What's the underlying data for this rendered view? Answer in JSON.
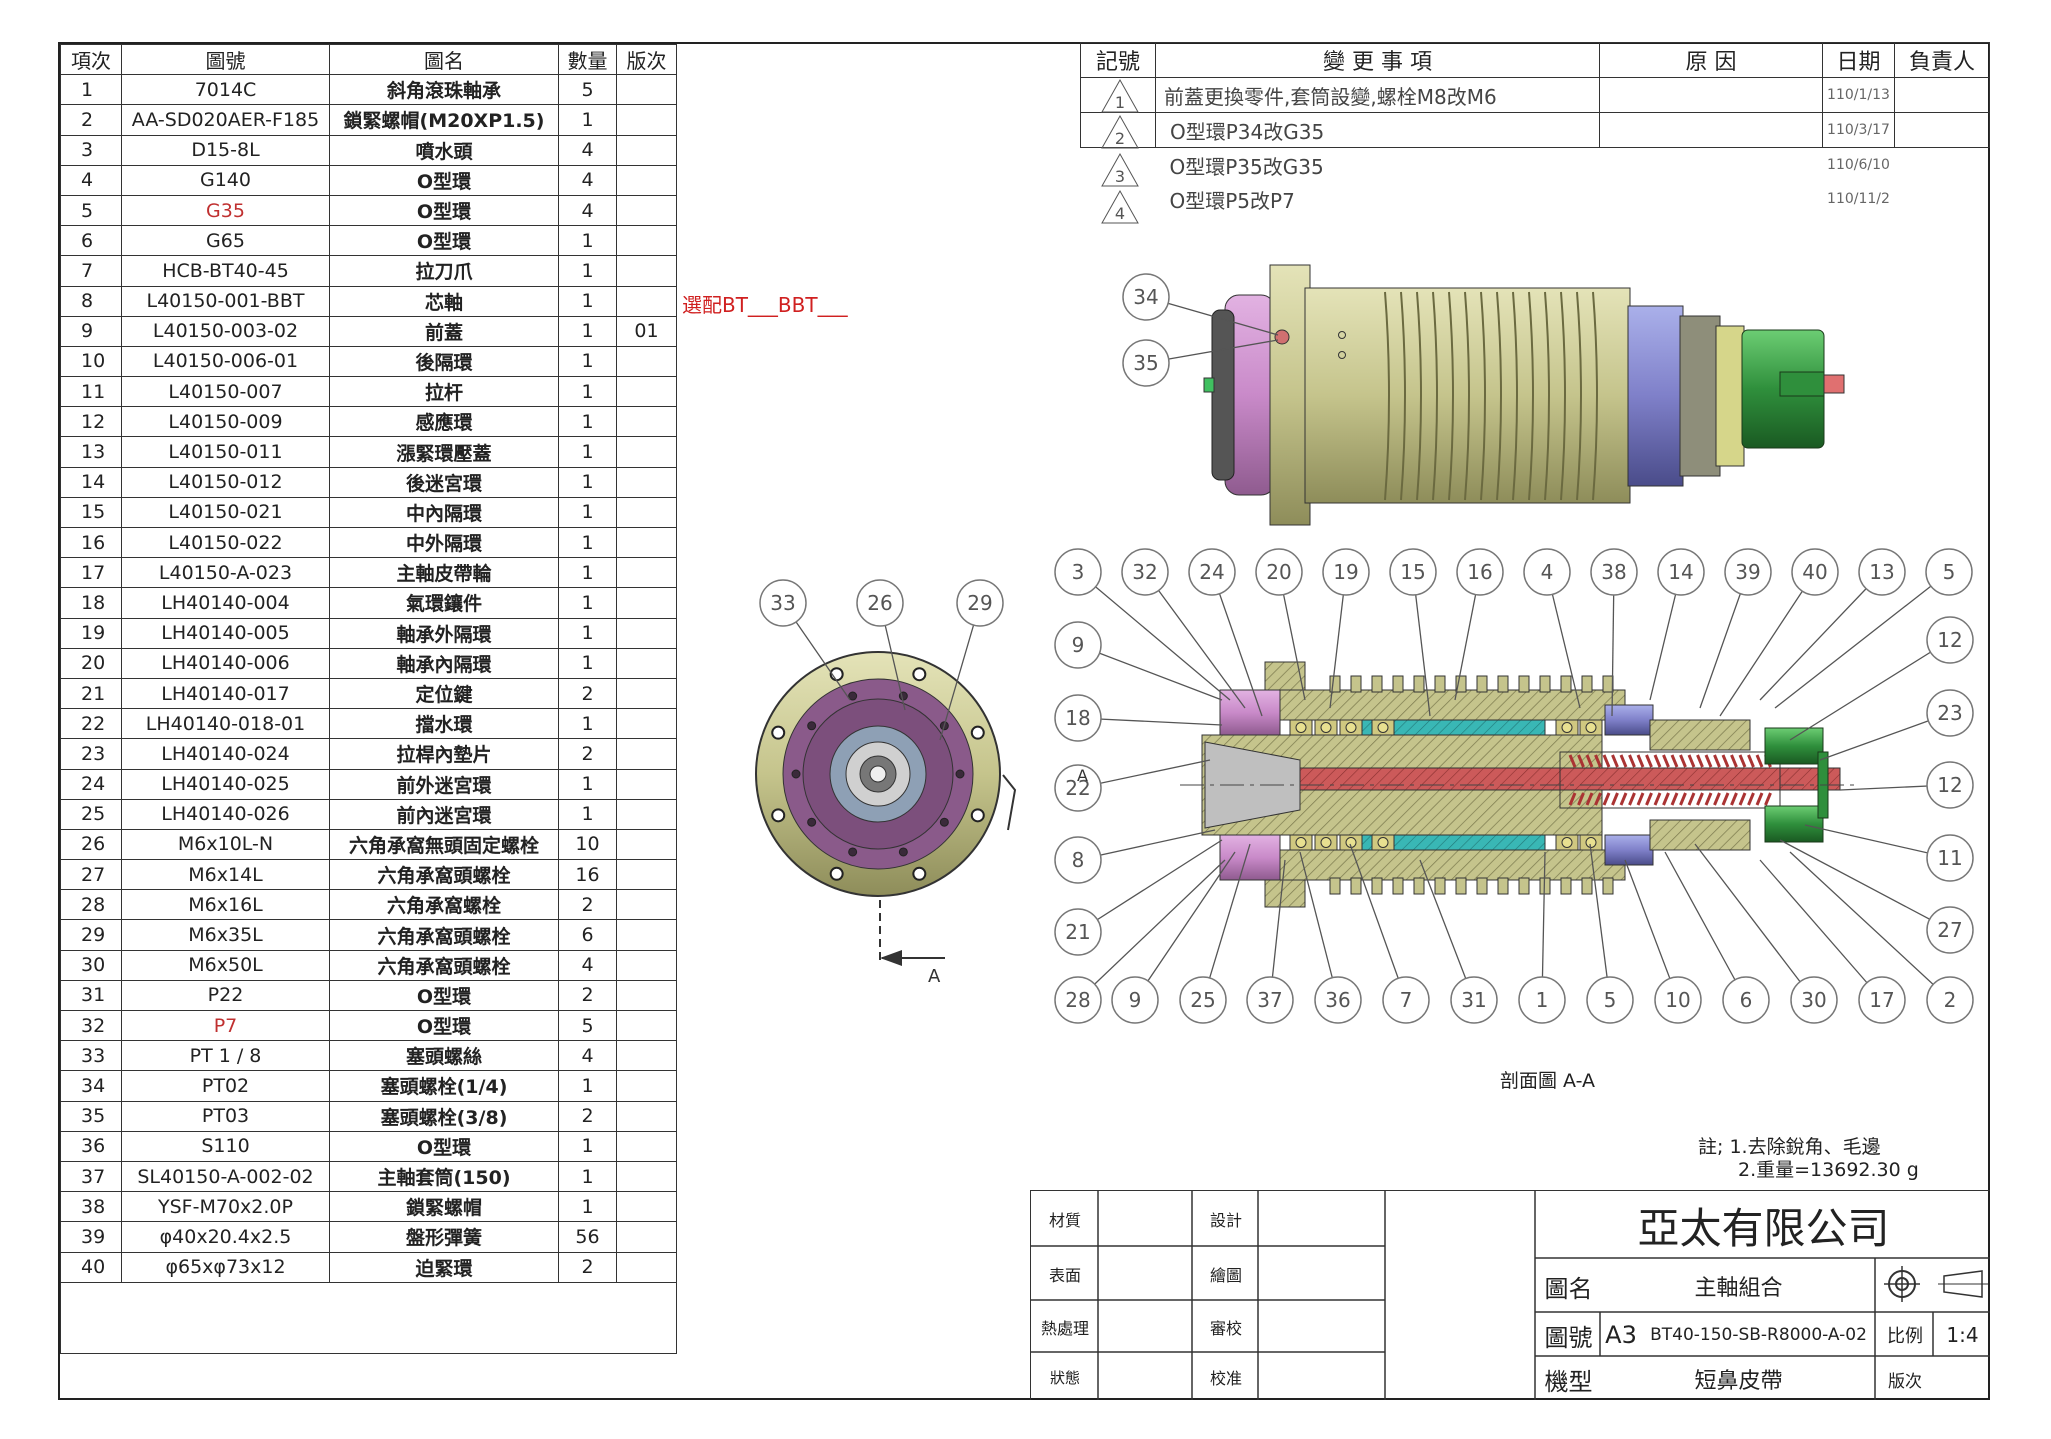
{
  "bom": {
    "headers": [
      "項次",
      "圖號",
      "圖名",
      "數量",
      "版次"
    ],
    "rows": [
      [
        "1",
        "7014C",
        "斜角滾珠軸承",
        "5",
        ""
      ],
      [
        "2",
        "AA-SD020AER-F185",
        "鎖緊螺帽(M20XP1.5)",
        "1",
        ""
      ],
      [
        "3",
        "D15-8L",
        "噴水頭",
        "4",
        ""
      ],
      [
        "4",
        "G140",
        "O型環",
        "4",
        ""
      ],
      [
        "5",
        "G35",
        "O型環",
        "4",
        ""
      ],
      [
        "6",
        "G65",
        "O型環",
        "1",
        ""
      ],
      [
        "7",
        "HCB-BT40-45",
        "拉刀爪",
        "1",
        ""
      ],
      [
        "8",
        "L40150-001-BBT",
        "芯軸",
        "1",
        ""
      ],
      [
        "9",
        "L40150-003-02",
        "前蓋",
        "1",
        "01"
      ],
      [
        "10",
        "L40150-006-01",
        "後隔環",
        "1",
        ""
      ],
      [
        "11",
        "L40150-007",
        "拉杆",
        "1",
        ""
      ],
      [
        "12",
        "L40150-009",
        "感應環",
        "1",
        ""
      ],
      [
        "13",
        "L40150-011",
        "漲緊環壓蓋",
        "1",
        ""
      ],
      [
        "14",
        "L40150-012",
        "後迷宮環",
        "1",
        ""
      ],
      [
        "15",
        "L40150-021",
        "中內隔環",
        "1",
        ""
      ],
      [
        "16",
        "L40150-022",
        "中外隔環",
        "1",
        ""
      ],
      [
        "17",
        "L40150-A-023",
        "主軸皮帶輪",
        "1",
        ""
      ],
      [
        "18",
        "LH40140-004",
        "氣環鑲件",
        "1",
        ""
      ],
      [
        "19",
        "LH40140-005",
        "軸承外隔環",
        "1",
        ""
      ],
      [
        "20",
        "LH40140-006",
        "軸承內隔環",
        "1",
        ""
      ],
      [
        "21",
        "LH40140-017",
        "定位鍵",
        "2",
        ""
      ],
      [
        "22",
        "LH40140-018-01",
        "擋水環",
        "1",
        ""
      ],
      [
        "23",
        "LH40140-024",
        "拉桿內墊片",
        "2",
        ""
      ],
      [
        "24",
        "LH40140-025",
        "前外迷宮環",
        "1",
        ""
      ],
      [
        "25",
        "LH40140-026",
        "前內迷宮環",
        "1",
        ""
      ],
      [
        "26",
        "M6x10L-N",
        "六角承窩無頭固定螺栓",
        "10",
        ""
      ],
      [
        "27",
        "M6x14L",
        "六角承窩頭螺栓",
        "16",
        ""
      ],
      [
        "28",
        "M6x16L",
        "六角承窩螺栓",
        "2",
        ""
      ],
      [
        "29",
        "M6x35L",
        "六角承窩頭螺栓",
        "6",
        ""
      ],
      [
        "30",
        "M6x50L",
        "六角承窩頭螺栓",
        "4",
        ""
      ],
      [
        "31",
        "P22",
        "O型環",
        "2",
        ""
      ],
      [
        "32",
        "P7",
        "O型環",
        "5",
        ""
      ],
      [
        "33",
        "PT 1 / 8",
        "塞頭螺絲",
        "4",
        ""
      ],
      [
        "34",
        "PT02",
        "塞頭螺栓(1/4)",
        "1",
        ""
      ],
      [
        "35",
        "PT03",
        "塞頭螺栓(3/8)",
        "2",
        ""
      ],
      [
        "36",
        "S110",
        "O型環",
        "1",
        ""
      ],
      [
        "37",
        "SL40150-A-002-02",
        "主軸套筒(150)",
        "1",
        ""
      ],
      [
        "38",
        "YSF-M70x2.0P",
        "鎖緊螺帽",
        "1",
        ""
      ],
      [
        "39",
        "φ40x20.4x2.5",
        "盤形彈簧",
        "56",
        ""
      ],
      [
        "40",
        "φ65xφ73x12",
        "迫緊環",
        "2",
        ""
      ]
    ]
  },
  "revisions": {
    "headers": [
      "記號",
      "變 更 事 項",
      "原 因",
      "日期",
      "負責人"
    ],
    "rows": [
      {
        "mark": "1",
        "change": "前蓋更換零件,套筒設變,螺栓M8改M6",
        "date": "110/1/13"
      },
      {
        "mark": "2",
        "change": "O型環P34改G35",
        "date": "110/3/17"
      },
      {
        "mark": "3",
        "change": "O型環P35改G35",
        "date": "110/6/10"
      },
      {
        "mark": "4",
        "change": "O型環P5改P7",
        "date": "110/11/2"
      }
    ]
  },
  "option_note": "選配BT___BBT___",
  "balloons": {
    "iso": [
      "34",
      "35"
    ],
    "end_view": [
      "33",
      "26",
      "29"
    ],
    "top": [
      "3",
      "32",
      "24",
      "20",
      "19",
      "15",
      "16",
      "4",
      "38",
      "14",
      "39",
      "40",
      "13",
      "5"
    ],
    "left": [
      "9",
      "18",
      "22",
      "8",
      "21"
    ],
    "right": [
      "12",
      "23",
      "12",
      "11",
      "27"
    ],
    "bottom": [
      "28",
      "9",
      "25",
      "37",
      "36",
      "7",
      "31",
      "1",
      "5",
      "10",
      "6",
      "30",
      "17",
      "2"
    ]
  },
  "section_marker": "A",
  "section_title": "剖面圖 A-A",
  "notes": {
    "line1": "註; 1.去除銳角、毛邊",
    "line2": "2.重量=13692.30 g"
  },
  "title_block": {
    "material_label": "材質",
    "surface_label": "表面",
    "heat_label": "熱處理",
    "status_label": "狀態",
    "design_label": "設計",
    "drawing_label": "繪圖",
    "review_label": "審校",
    "approve_label": "校准",
    "company": "亞太有限公司",
    "name_label": "圖名",
    "name_value": "主軸組合",
    "number_label": "圖號",
    "size": "A3",
    "number_value": "BT40-150-SB-R8000-A-02",
    "scale_label": "比例",
    "scale_value": "1:4",
    "model_label": "機型",
    "model_value": "短鼻皮帶",
    "version_label": "版次"
  },
  "colors": {
    "housing": "#c5c48c",
    "flange_purple": "#c98ac9",
    "nut_blue": "#7f80c9",
    "pulley_green": "#2f8f3c",
    "shaft_red": "#cc5a5a",
    "spacer_teal": "#39b7b5",
    "accent_red": "#d02020"
  }
}
